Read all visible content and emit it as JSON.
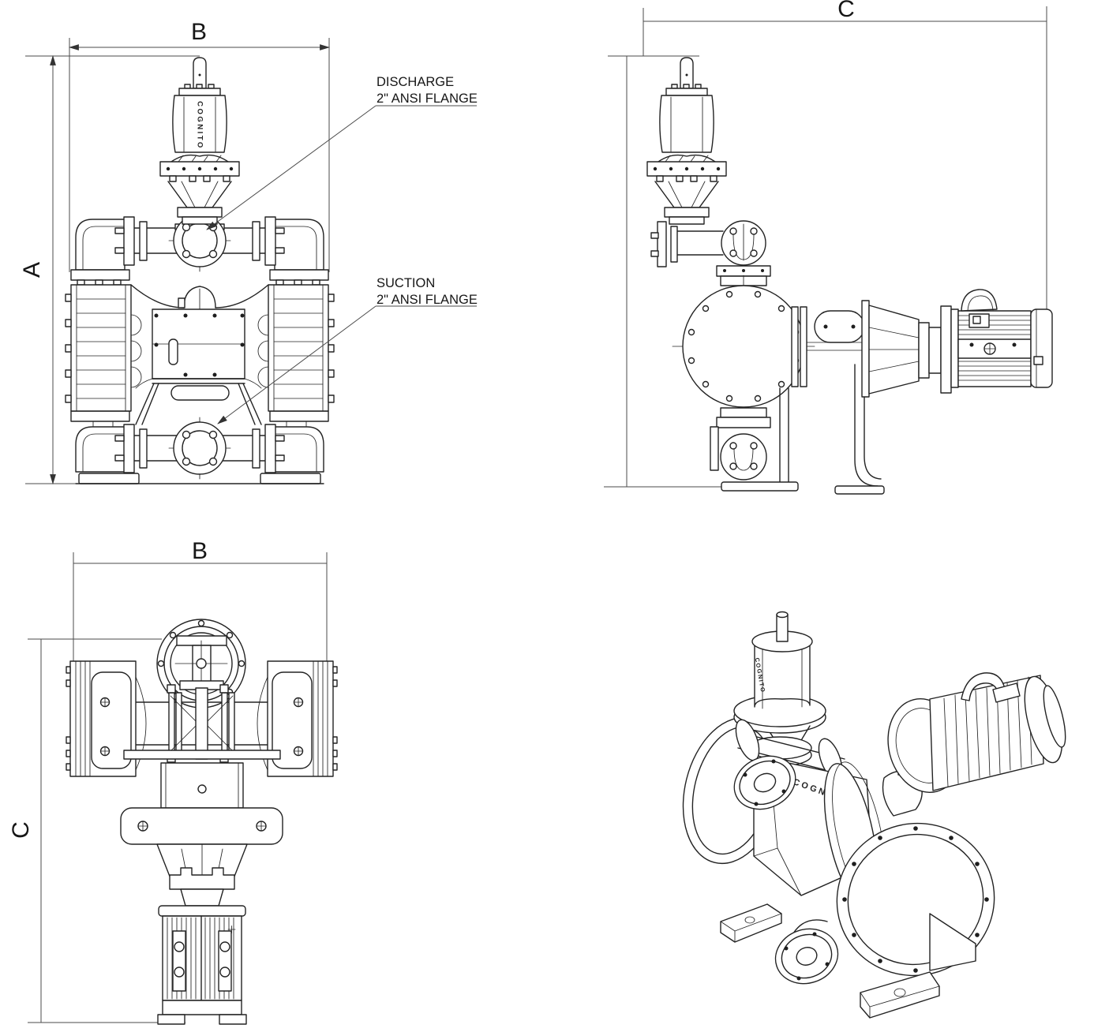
{
  "page": {
    "background": "#ffffff",
    "line_color": "#232323",
    "dimension_line_color": "#4b4b4b"
  },
  "brand": {
    "name": "COGNITO"
  },
  "views": {
    "front": {
      "description": "front elevation of diaphragm pump with pulsation dampener",
      "dims": {
        "height_label": "A",
        "width_label": "B"
      }
    },
    "side": {
      "description": "side elevation with drive motor",
      "dims": {
        "depth_label": "C"
      }
    },
    "top": {
      "description": "plan view of pump with motor",
      "dims": {
        "width_label": "B",
        "depth_label": "C"
      }
    },
    "isometric": {
      "description": "isometric view of pump assembly"
    }
  },
  "annotations": {
    "discharge": {
      "line1": "DISCHARGE",
      "line2": "2\" ANSI FLANGE"
    },
    "suction": {
      "line1": "SUCTION",
      "line2": "2\" ANSI FLANGE"
    }
  }
}
